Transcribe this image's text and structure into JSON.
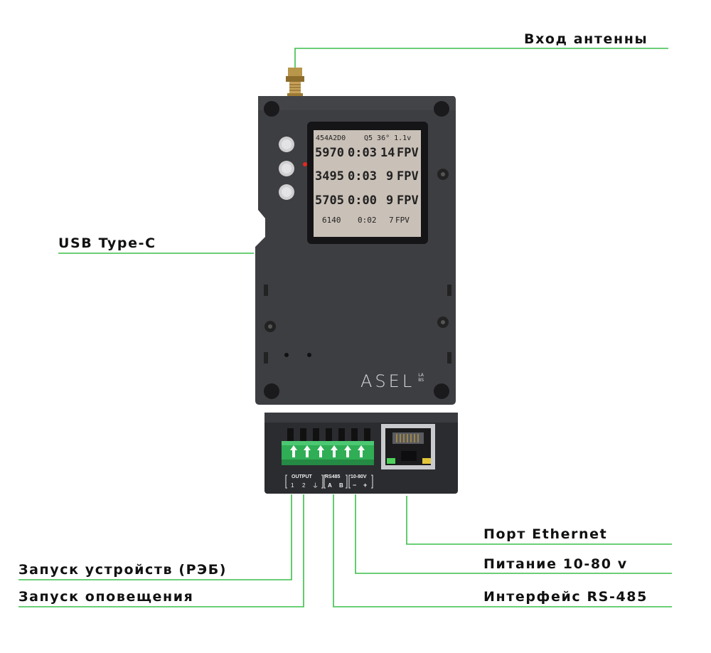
{
  "labels": {
    "antenna": "Вход антенны",
    "usb": "USB Type-C",
    "ethernet": "Порт Ethernet",
    "power": "Питание 10-80 v",
    "rs485": "Интерфейс RS-485",
    "launch_devices": "Запуск устройств (РЭБ)",
    "launch_alert": "Запуск оповещения"
  },
  "lcd": {
    "header_id": "454A2D0",
    "header_status": "Q5 36° 1.1v",
    "rows": [
      {
        "freq": "5970",
        "time": "0:03",
        "count": "14",
        "type": "FPV"
      },
      {
        "freq": "3495",
        "time": "0:03",
        "count": "9",
        "type": "FPV"
      },
      {
        "freq": "5705",
        "time": "0:00",
        "count": "9",
        "type": "FPV"
      }
    ],
    "footer": {
      "freq": "6140",
      "time": "0:02",
      "count": "7",
      "type": "FPV"
    }
  },
  "brand": {
    "logo": "ASEL",
    "sub": "LABS"
  },
  "terminal": {
    "output_label": "OUTPUT",
    "rs485_label": "RS485",
    "power_label": "10-80V",
    "pin_1": "1",
    "pin_2": "2",
    "pin_gnd": "⏚",
    "pin_a": "A",
    "pin_b": "B",
    "pin_minus": "−",
    "pin_plus": "+"
  },
  "colors": {
    "leader": "#3bbf4a",
    "body": "#3a3b3f",
    "lcd": "#c9c0b7",
    "terminal": "#2fae55"
  }
}
